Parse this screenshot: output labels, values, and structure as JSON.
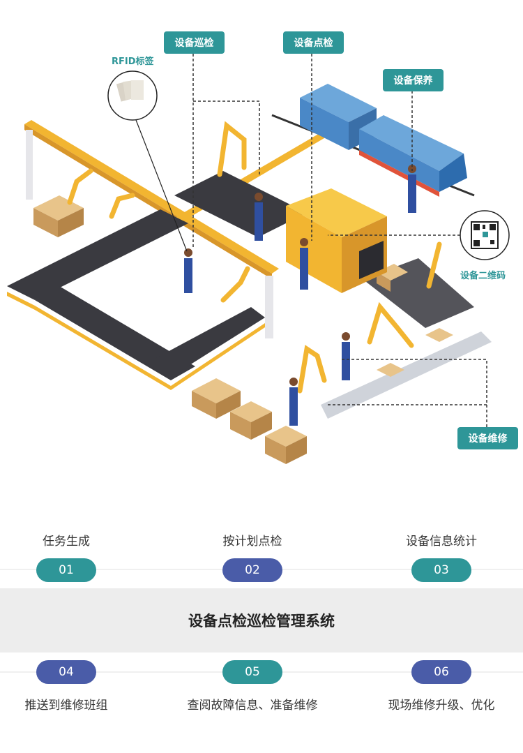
{
  "callouts": {
    "patrol": "设备巡检",
    "spot_check": "设备点检",
    "maintenance": "设备保养",
    "rfid": "RFID标签",
    "qr": "设备二维码",
    "repair": "设备维修"
  },
  "system_title": "设备点检巡检管理系统",
  "steps": [
    {
      "num": "01",
      "label": "任务生成"
    },
    {
      "num": "02",
      "label": "按计划点检"
    },
    {
      "num": "03",
      "label": "设备信息统计"
    },
    {
      "num": "04",
      "label": "推送到维修班组"
    },
    {
      "num": "05",
      "label": "查阅故障信息、准备维修"
    },
    {
      "num": "06",
      "label": "现场维修升级、优化"
    }
  ],
  "colors": {
    "teal": "#2e9698",
    "blue": "#4a5ca8",
    "band": "#ededed",
    "yellow": "#f2b531",
    "conveyor": "#3a3a40"
  }
}
